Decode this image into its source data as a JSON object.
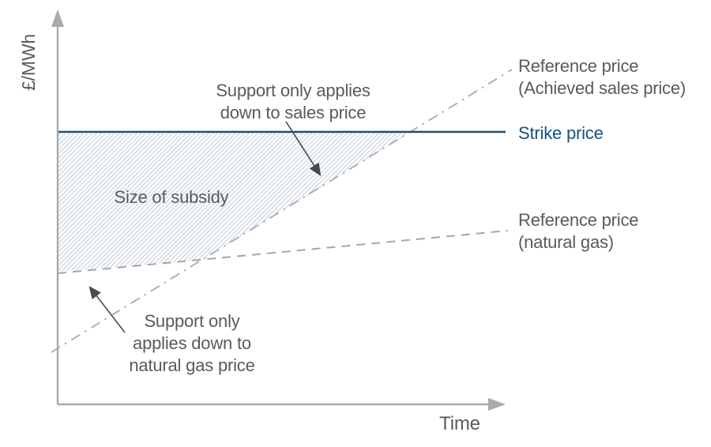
{
  "figure": {
    "y_axis_label": "£/MWh",
    "x_axis_label": "Time",
    "strike_label": "Strike price",
    "ref_sales_label": {
      "line1": "Reference price",
      "line2": "(Achieved sales price)"
    },
    "ref_gas_label": {
      "line1": "Reference price",
      "line2": "(natural gas)"
    },
    "subsidy_label": "Size of subsidy",
    "annotation_sales": {
      "line1": "Support only applies",
      "line2": "down to sales price"
    },
    "annotation_gas": {
      "line1": "Support only",
      "line2": "applies down to",
      "line3": "natural gas price"
    },
    "colors": {
      "strike_line": "#1f4e72",
      "strike_text": "#15517f",
      "ref_sales_line": "#b0b0b0",
      "ref_gas_line": "#a6a6a6",
      "axis_gray": "#aaaaaa",
      "text_gray": "#5a5a5a",
      "hatch_blue": "#c7d1e0",
      "annotation_arrow": "#4a4a4a",
      "background": "#ffffff"
    }
  },
  "chart_data": {
    "type": "line",
    "title": "",
    "xlabel": "Time",
    "ylabel": "£/MWh",
    "axis_notes": "Schematic conceptual chart: no numeric ticks or gridlines; values below are relative units (0–100) estimated from pixel positions; legend labels are placed at line ends (right side).",
    "x_range": [
      0,
      100
    ],
    "y_range": [
      0,
      100
    ],
    "grid": false,
    "legend_position": "right-of-lines",
    "series": [
      {
        "name": "Strike price",
        "style": "solid",
        "color": "#1f4e72",
        "x": [
          0,
          100
        ],
        "y": [
          72,
          72
        ]
      },
      {
        "name": "Reference price (Achieved sales price)",
        "style": "dash-dot",
        "color": "#b0b0b0",
        "x": [
          -1,
          104
        ],
        "y": [
          14,
          88
        ]
      },
      {
        "name": "Reference price (natural gas)",
        "style": "dashed",
        "color": "#a6a6a6",
        "x": [
          0,
          103
        ],
        "y": [
          34,
          46
        ]
      }
    ],
    "shaded_region": {
      "label": "Size of subsidy",
      "fill": "diagonal-hatch /",
      "hatch_color": "#c7d1e0",
      "description": "Hatched area between the strike price line (top) and the higher of the two reference price lines (bottom): bounded below by the natural gas line until it crosses the achieved sales line (~x=33, y=38), then by the achieved sales line up to where it meets the strike price (~x=81, y=72).",
      "vertices_relative": [
        [
          0,
          72
        ],
        [
          81,
          72
        ],
        [
          33,
          38
        ],
        [
          0,
          34
        ]
      ]
    },
    "annotations": [
      {
        "text": "Support only applies down to sales price",
        "arrow_points_to": "Reference price (Achieved sales price) line",
        "arrow_tip_relative": [
          61,
          60
        ]
      },
      {
        "text": "Support only applies down to natural gas price",
        "arrow_points_to": "Reference price (natural gas) line",
        "arrow_tip_relative": [
          6,
          33
        ]
      }
    ]
  }
}
